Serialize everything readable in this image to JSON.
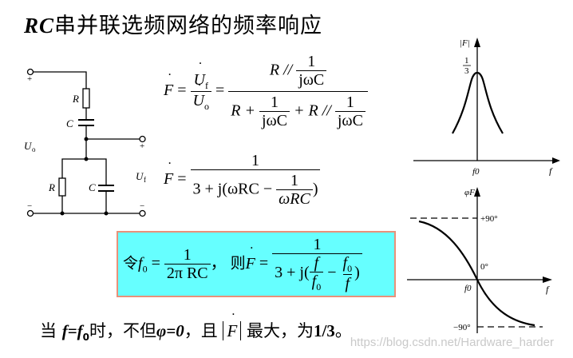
{
  "title": {
    "rc": "RC",
    "text": "串并联选频网络的频率响应"
  },
  "circuit": {
    "labels": {
      "r_top": "R",
      "c_top": "C",
      "r_bottom": "R",
      "c_bottom": "C",
      "u_o": "U",
      "u_o_sub": "o",
      "u_f": "U",
      "u_f_sub": "f",
      "plus": "+",
      "minus": "−"
    }
  },
  "eq1": {
    "lhs": "F",
    "eq": "=",
    "ratio_num": "U",
    "ratio_num_sub": "f",
    "ratio_den": "U",
    "ratio_den_sub": "o",
    "big_num": "R // ",
    "one": "1",
    "jwc": "jωC",
    "den_r_plus": "R + ",
    "den_plus_r": " + R // "
  },
  "eq2": {
    "lhs": "F",
    "eq": "=",
    "num": "1",
    "den_prefix": "3 + j(ωRC − ",
    "inner_num": "1",
    "inner_den": "ωRC",
    "den_suffix": ")"
  },
  "highlight_box": {
    "ling": "令",
    "f0": "f",
    "f0_sub": "0",
    "eq": "=",
    "one": "1",
    "two_pi_rc": "2π RC",
    "comma": "，",
    "ze": "则",
    "F": "F",
    "den_prefix": "3 + j(",
    "f": "f",
    "minus": " − ",
    "den_suffix": ")",
    "bg_color": "#66ffff",
    "border_color": "#e8917a"
  },
  "conclusion": {
    "dang": "当",
    "f_eq_f0": "f=f",
    "f0_sub": "0",
    "shi": "时，不但",
    "phi_eq": "φ=0",
    "qie": "，且",
    "F": "F",
    "zuida": "最大，为",
    "value": "1/3",
    "end": "。"
  },
  "magnitude_plot": {
    "y_label": "|F|",
    "peak_label_num": "1",
    "peak_label_den": "3",
    "x_tick": "f0",
    "x_label": "f"
  },
  "phase_plot": {
    "y_label": "φF",
    "plus90": "+90°",
    "zero": "0°",
    "minus90": "−90°",
    "x_tick": "f0",
    "x_label": "f"
  },
  "watermark": "https://blog.csdn.net/Hardware_harder"
}
